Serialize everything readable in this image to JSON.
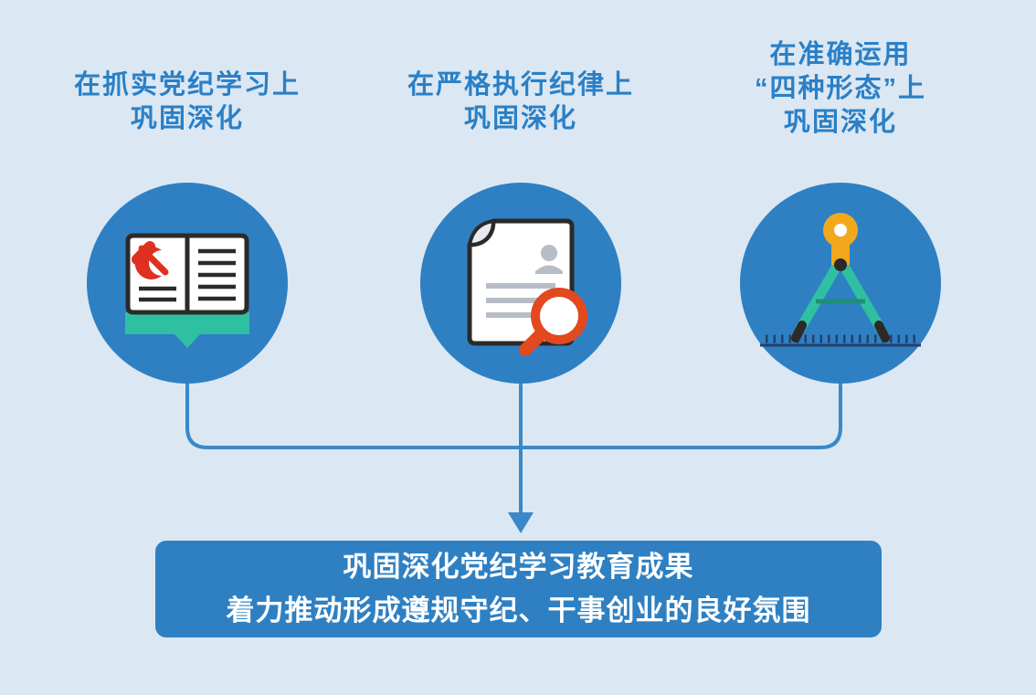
{
  "colors": {
    "background": "#dbe7f3",
    "primary_blue": "#2e80c2",
    "heading_blue": "#2a80c6",
    "teal": "#2fc0a2",
    "emblem_red": "#e0301f",
    "magnifier_orange": "#e2491e",
    "compass_yellow": "#f2a81c",
    "line_gray": "#b7bdc6",
    "outline_dark": "#2b2a29",
    "ruler_navy": "#23406b"
  },
  "columns": [
    {
      "icon": "party-book-icon",
      "heading_lines": [
        "在抓实党纪学习上",
        "巩固深化"
      ]
    },
    {
      "icon": "document-magnifier-icon",
      "heading_lines": [
        "在严格执行纪律上",
        "巩固深化"
      ]
    },
    {
      "icon": "drafting-compass-icon",
      "heading_lines": [
        "在准确运用",
        "“四种形态”上",
        "巩固深化"
      ]
    }
  ],
  "result_box": {
    "lines": [
      "巩固深化党纪学习教育成果",
      "着力推动形成遵规守纪、干事创业的良好氛围"
    ]
  }
}
